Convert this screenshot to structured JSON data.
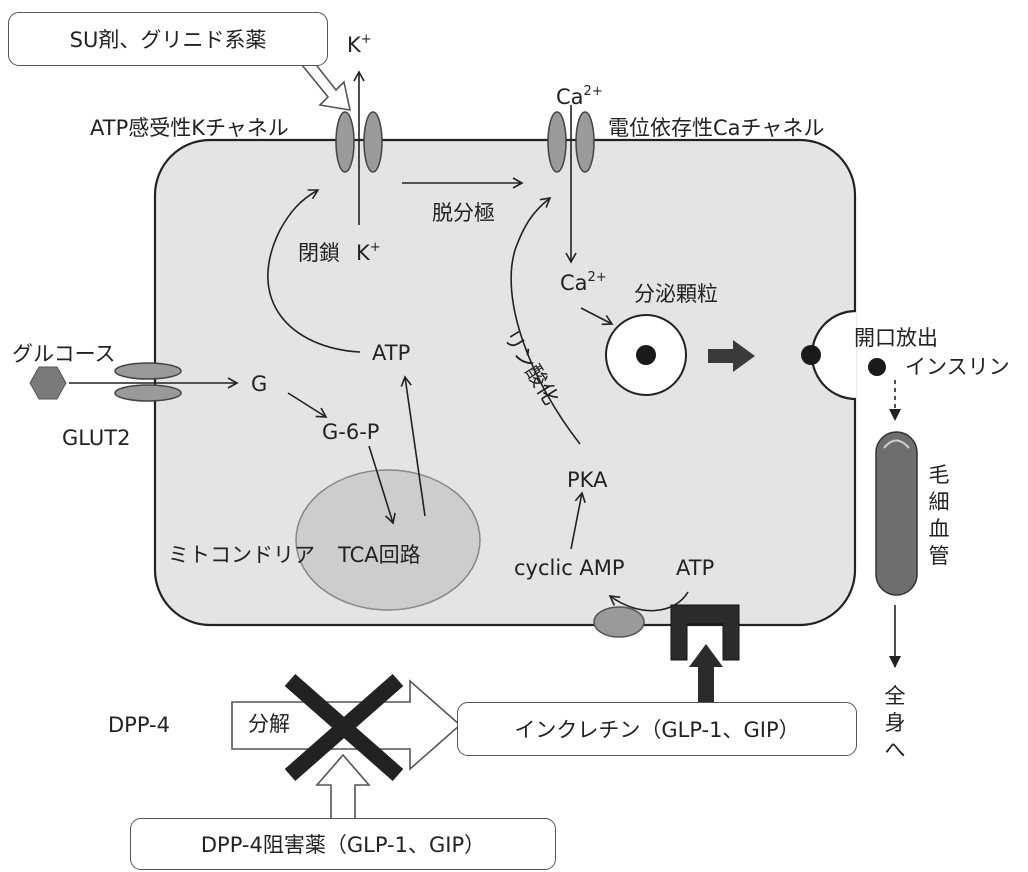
{
  "labels": {
    "su_drug": "SU剤、グリニド系薬",
    "k_top": "K",
    "k_top_sup": "+",
    "k_bottom": "K",
    "k_bottom_sup": "+",
    "atp_k_channel": "ATP感受性Kチャネル",
    "ca_top": "Ca",
    "ca_top_sup": "2+",
    "ca_inner": "Ca",
    "ca_inner_sup": "2+",
    "voltage_ca_channel": "電位依存性Caチャネル",
    "depolarization": "脱分極",
    "closure": "閉鎖",
    "secretory_granule": "分泌顆粒",
    "exocytosis": "開口放出",
    "insulin": "インスリン",
    "glucose": "グルコース",
    "g": "G",
    "glut2": "GLUT2",
    "g6p": "G-6-P",
    "atp_metabolism": "ATP",
    "phosphorylation": "リン酸化",
    "pka": "PKA",
    "cyclic_amp": "cyclic AMP",
    "atp_camp": "ATP",
    "mitochondria": "ミトコンドリア",
    "tca": "TCA回路",
    "capillary_chars": [
      "毛",
      "細",
      "血",
      "管"
    ],
    "whole_body_chars": [
      "全",
      "身",
      "へ"
    ],
    "dpp4": "DPP-4",
    "breakdown": "分解",
    "incretin": "インクレチン（GLP-1、GIP）",
    "dpp4_inhibitor": "DPP-4阻害薬（GLP-1、GIP）"
  },
  "colors": {
    "cell_fill": "#e4e4e4",
    "cell_stroke": "#222222",
    "channel_fill": "#9a9a9a",
    "mito_fill": "#cdcdcd",
    "capillary_fill": "#6e6e6e",
    "x_mark": "#222222",
    "receptor": "#2b2b2b",
    "glucose_hex": "#7a7a7a"
  }
}
